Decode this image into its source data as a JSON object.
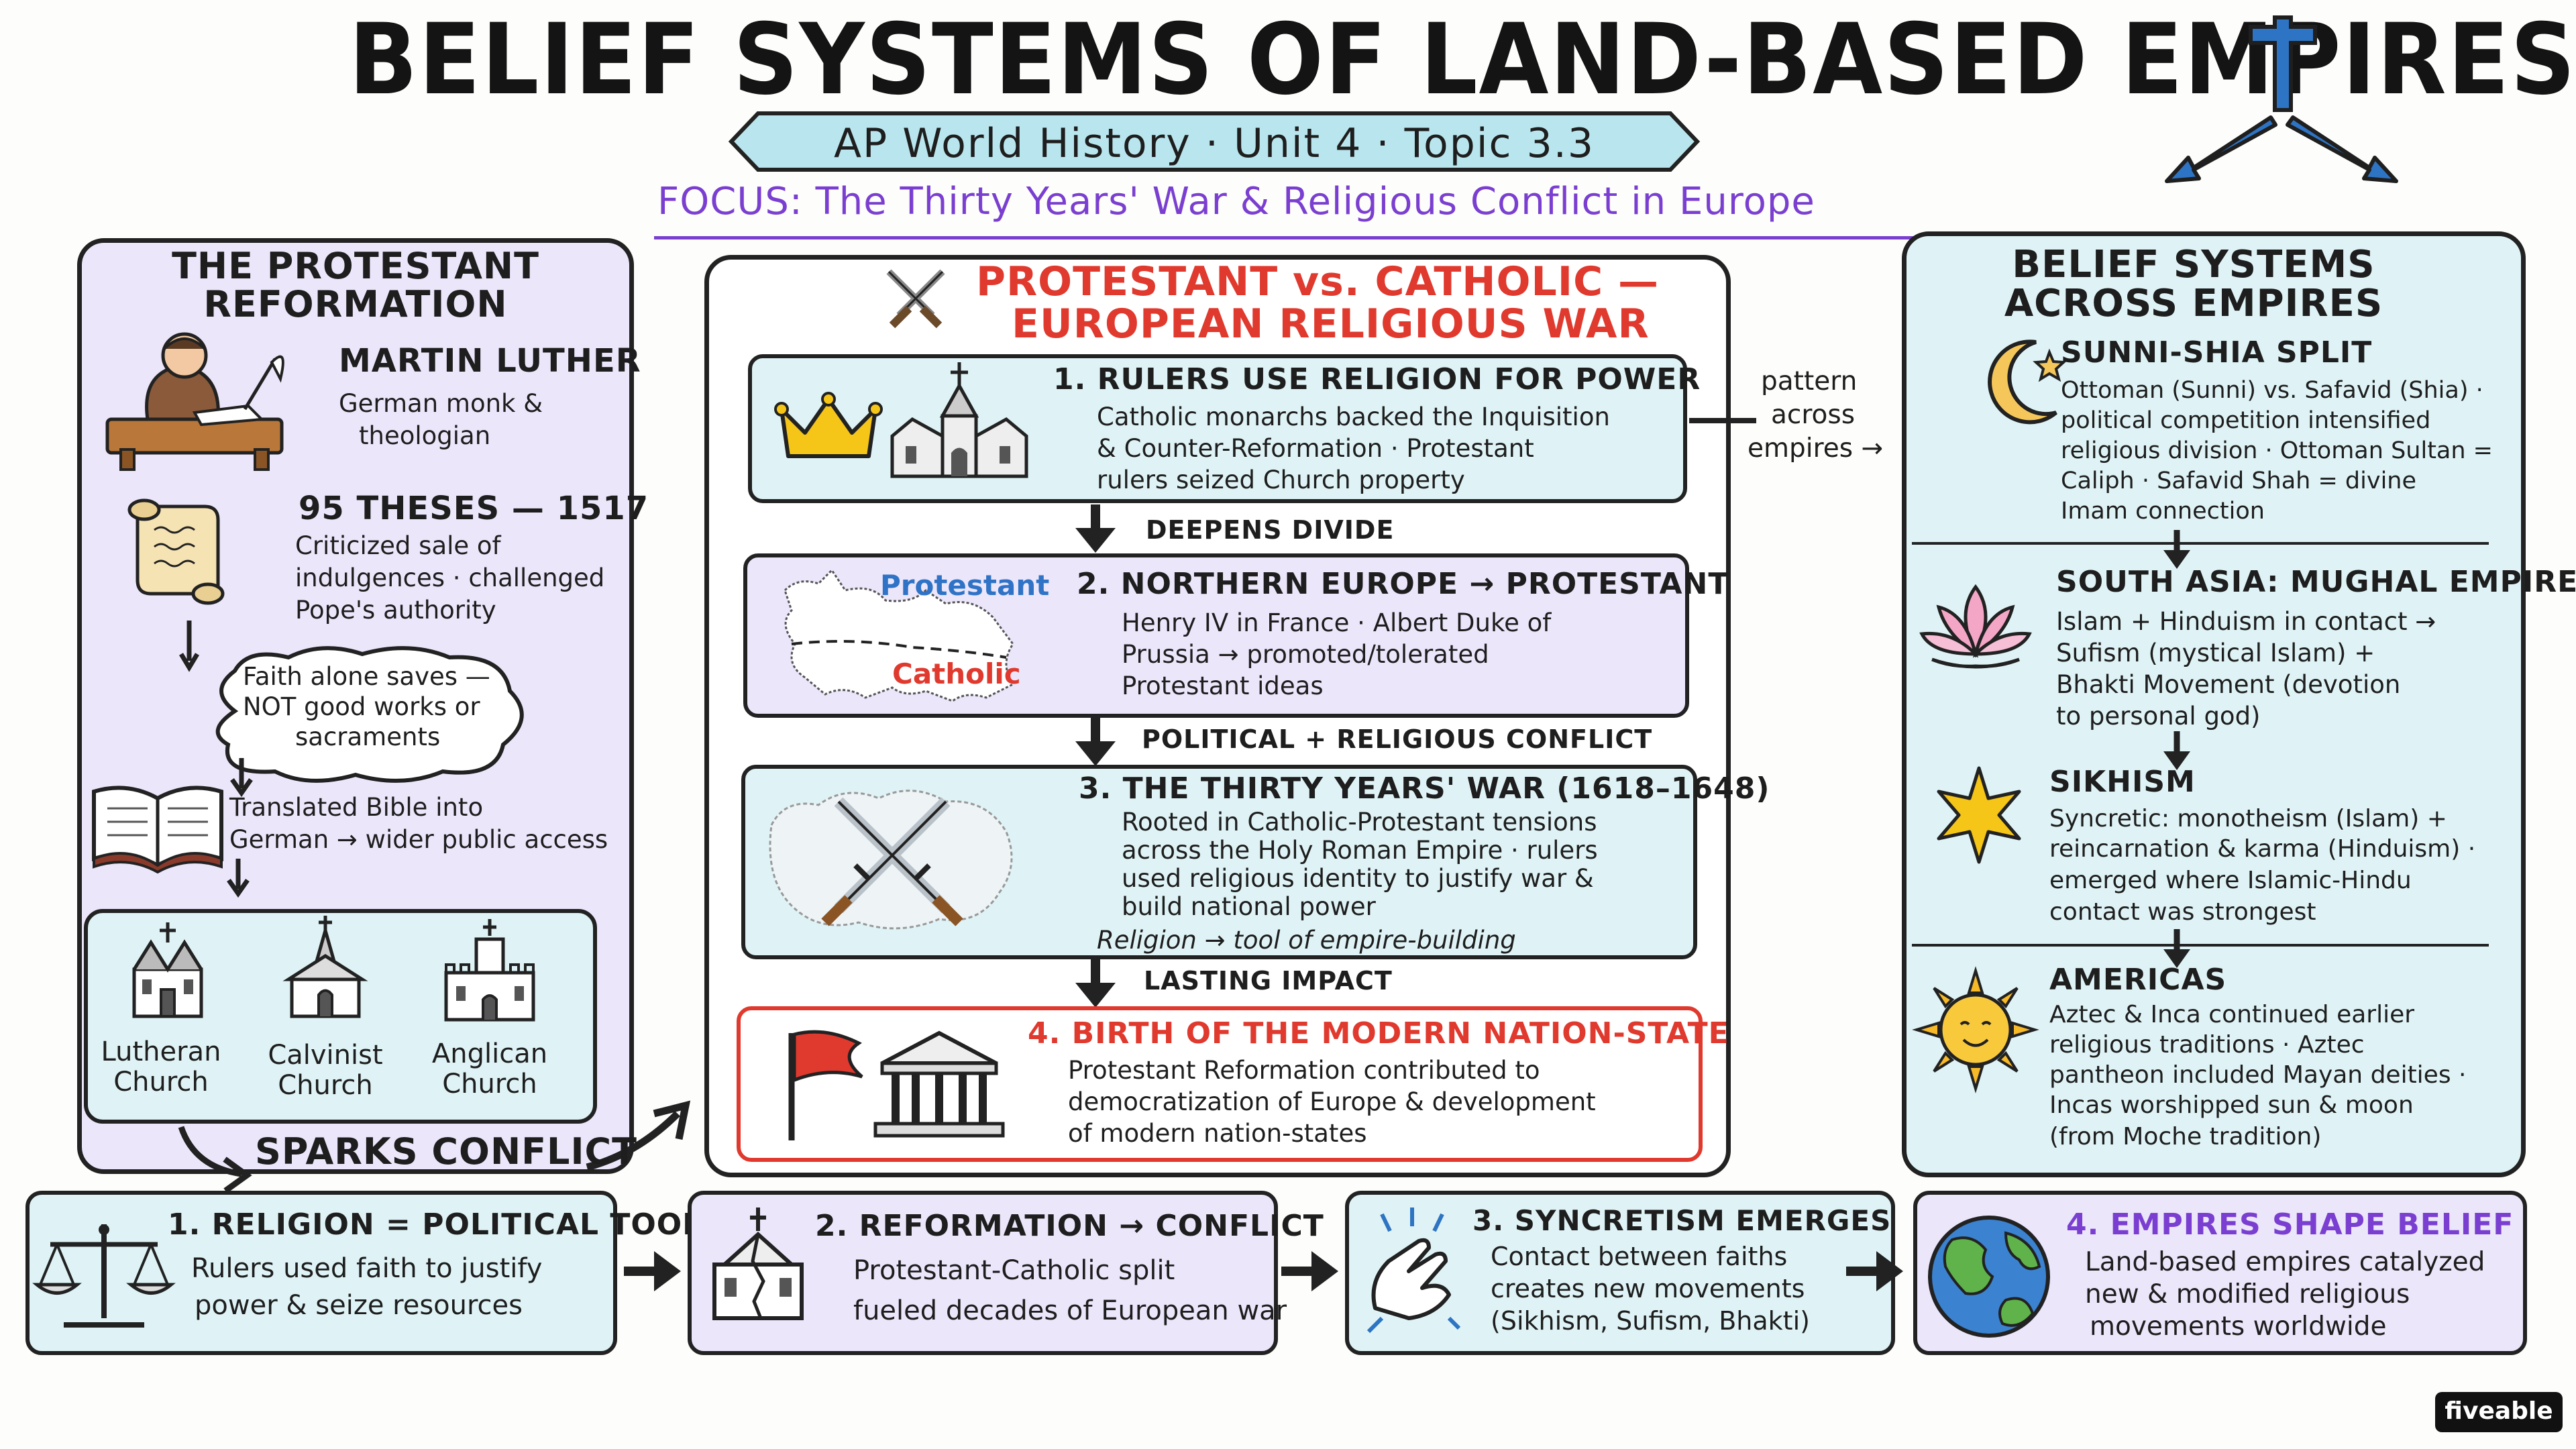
{
  "title": "BELIEF SYSTEMS OF LAND-BASED EMPIRES",
  "subtitle": "AP World History · Unit 4 · Topic 3.3",
  "focus": "FOCUS: The Thirty Years' War & Religious Conflict in Europe",
  "colors": {
    "lavender": "#ece6fb",
    "aqua": "#dff3f6",
    "red": "#e0392e",
    "purple": "#7a3fd0",
    "blue": "#2f73c6",
    "arrowBlue": "#2d74c2",
    "banner": "#b9e6ee"
  },
  "left": {
    "title_line1": "THE PROTESTANT",
    "title_line2": "REFORMATION",
    "luther_name": "MARTIN LUTHER",
    "luther_desc_1": "German monk &",
    "luther_desc_2": "theologian",
    "theses_title": "95 THESES — 1517",
    "theses_1": "Criticized sale of",
    "theses_2": "indulgences · challenged",
    "theses_3": "Pope's authority",
    "faith_1": "Faith alone saves —",
    "faith_2": "NOT good works or",
    "faith_3": "sacraments",
    "bible_1": "Translated Bible into",
    "bible_2": "German → wider public access",
    "churches": [
      {
        "l1": "Lutheran",
        "l2": "Church",
        "icon": "lutheran-church-icon"
      },
      {
        "l1": "Calvinist",
        "l2": "Church",
        "icon": "calvinist-church-icon"
      },
      {
        "l1": "Anglican",
        "l2": "Church",
        "icon": "anglican-church-icon"
      }
    ],
    "sparks": "SPARKS CONFLICT"
  },
  "center": {
    "title_line1": "PROTESTANT vs. CATHOLIC —",
    "title_line2": "EUROPEAN RELIGIOUS WAR",
    "box1": {
      "title": "1. RULERS USE RELIGION FOR POWER",
      "l1": "Catholic monarchs backed the Inquisition",
      "l2": "& Counter-Reformation · Protestant",
      "l3": "rulers seized Church property"
    },
    "arrow1": "DEEPENS DIVIDE",
    "box2": {
      "title": "2. NORTHERN EUROPE → PROTESTANT",
      "l1": "Henry IV in France · Albert Duke of",
      "l2": "Prussia → promoted/tolerated",
      "l3": "Protestant ideas",
      "map_protestant": "Protestant",
      "map_catholic": "Catholic"
    },
    "arrow2": "POLITICAL + RELIGIOUS CONFLICT",
    "box3": {
      "title": "3. THE THIRTY YEARS' WAR (1618–1648)",
      "l1": "Rooted in Catholic-Protestant tensions",
      "l2": "across the Holy Roman Empire · rulers",
      "l3": "used religious identity to justify war &",
      "l4": "build national power",
      "l5": "Religion → tool of empire-building"
    },
    "arrow3": "LASTING IMPACT",
    "box4": {
      "title": "4. BIRTH OF THE MODERN NATION-STATE",
      "l1": "Protestant Reformation contributed to",
      "l2": "democratization of Europe & development",
      "l3": "of modern nation-states"
    },
    "pattern_1": "pattern",
    "pattern_2": "across",
    "pattern_3": "empires →"
  },
  "right": {
    "title_line1": "BELIEF SYSTEMS",
    "title_line2": "ACROSS EMPIRES",
    "s1": {
      "title": "SUNNI-SHIA SPLIT",
      "l1": "Ottoman (Sunni) vs. Safavid (Shia) ·",
      "l2": "political competition intensified",
      "l3": "religious division · Ottoman Sultan =",
      "l4": "Caliph · Safavid Shah = divine",
      "l5": "Imam connection"
    },
    "s2": {
      "title": "SOUTH ASIA: MUGHAL EMPIRE",
      "l1": "Islam + Hinduism in contact →",
      "l2": "Sufism (mystical Islam) +",
      "l3": "Bhakti Movement (devotion",
      "l4": "to personal god)"
    },
    "s3": {
      "title": "SIKHISM",
      "l1": "Syncretic: monotheism (Islam) +",
      "l2": "reincarnation & karma (Hinduism) ·",
      "l3": "emerged where Islamic-Hindu",
      "l4": "contact was strongest"
    },
    "s4": {
      "title": "AMERICAS",
      "l1": "Aztec & Inca continued earlier",
      "l2": "religious traditions · Aztec",
      "l3": "pantheon included Mayan deities ·",
      "l4": "Incas worshipped sun & moon",
      "l5": "(from Moche tradition)"
    }
  },
  "bottom": [
    {
      "title": "1. RELIGION = POLITICAL TOOL",
      "l1": "Rulers used faith to justify",
      "l2": "power & seize resources"
    },
    {
      "title": "2. REFORMATION → CONFLICT",
      "l1": "Protestant-Catholic split",
      "l2": "fueled decades of European war"
    },
    {
      "title": "3. SYNCRETISM EMERGES",
      "l1": "Contact between faiths",
      "l2": "creates new movements",
      "l3": "(Sikhism, Sufism, Bhakti)"
    },
    {
      "title": "4. EMPIRES SHAPE BELIEF",
      "l1": "Land-based empires catalyzed",
      "l2": "new & modified religious",
      "l3": "movements worldwide"
    }
  ],
  "brand": "fiveable"
}
